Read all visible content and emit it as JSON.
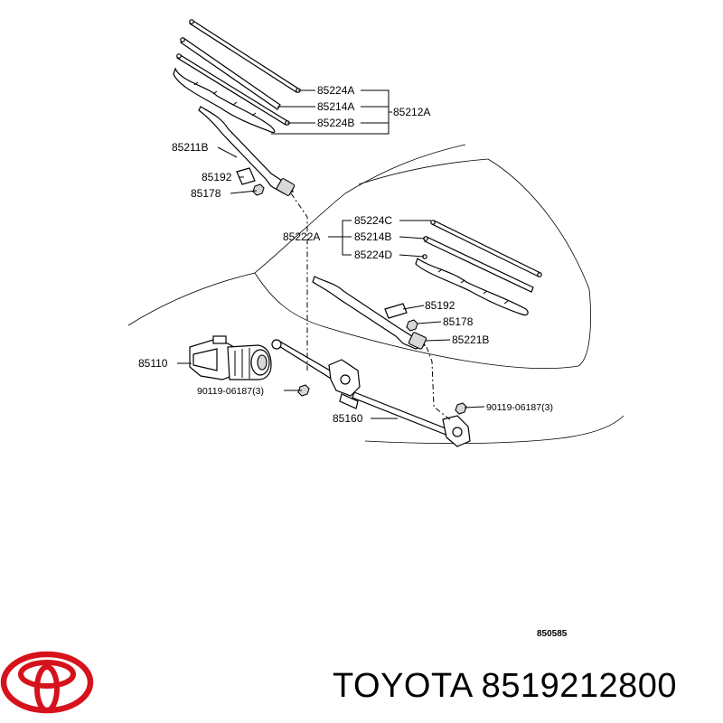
{
  "diagram": {
    "labels": {
      "blade_front_top": "85224A",
      "blade_front_mid": "85214A",
      "blade_front_low": "85224B",
      "blade_front_assy": "85212A",
      "arm_front": "85211B",
      "cap_front": "85192",
      "nut_front": "85178",
      "blade_rear_assy": "85222A",
      "blade_rear_top": "85224C",
      "blade_rear_mid": "85214B",
      "blade_rear_low": "85224D",
      "cap_rear": "85192",
      "nut_rear": "85178",
      "arm_rear": "85221B",
      "motor": "85110",
      "bolt_left": "90119-06187(3)",
      "bolt_right": "90119-06187(3)",
      "link": "85160",
      "ref_code": "850585"
    }
  },
  "brand": {
    "logo": "toyota-logo",
    "text": "TOYOTA 8519212800"
  }
}
